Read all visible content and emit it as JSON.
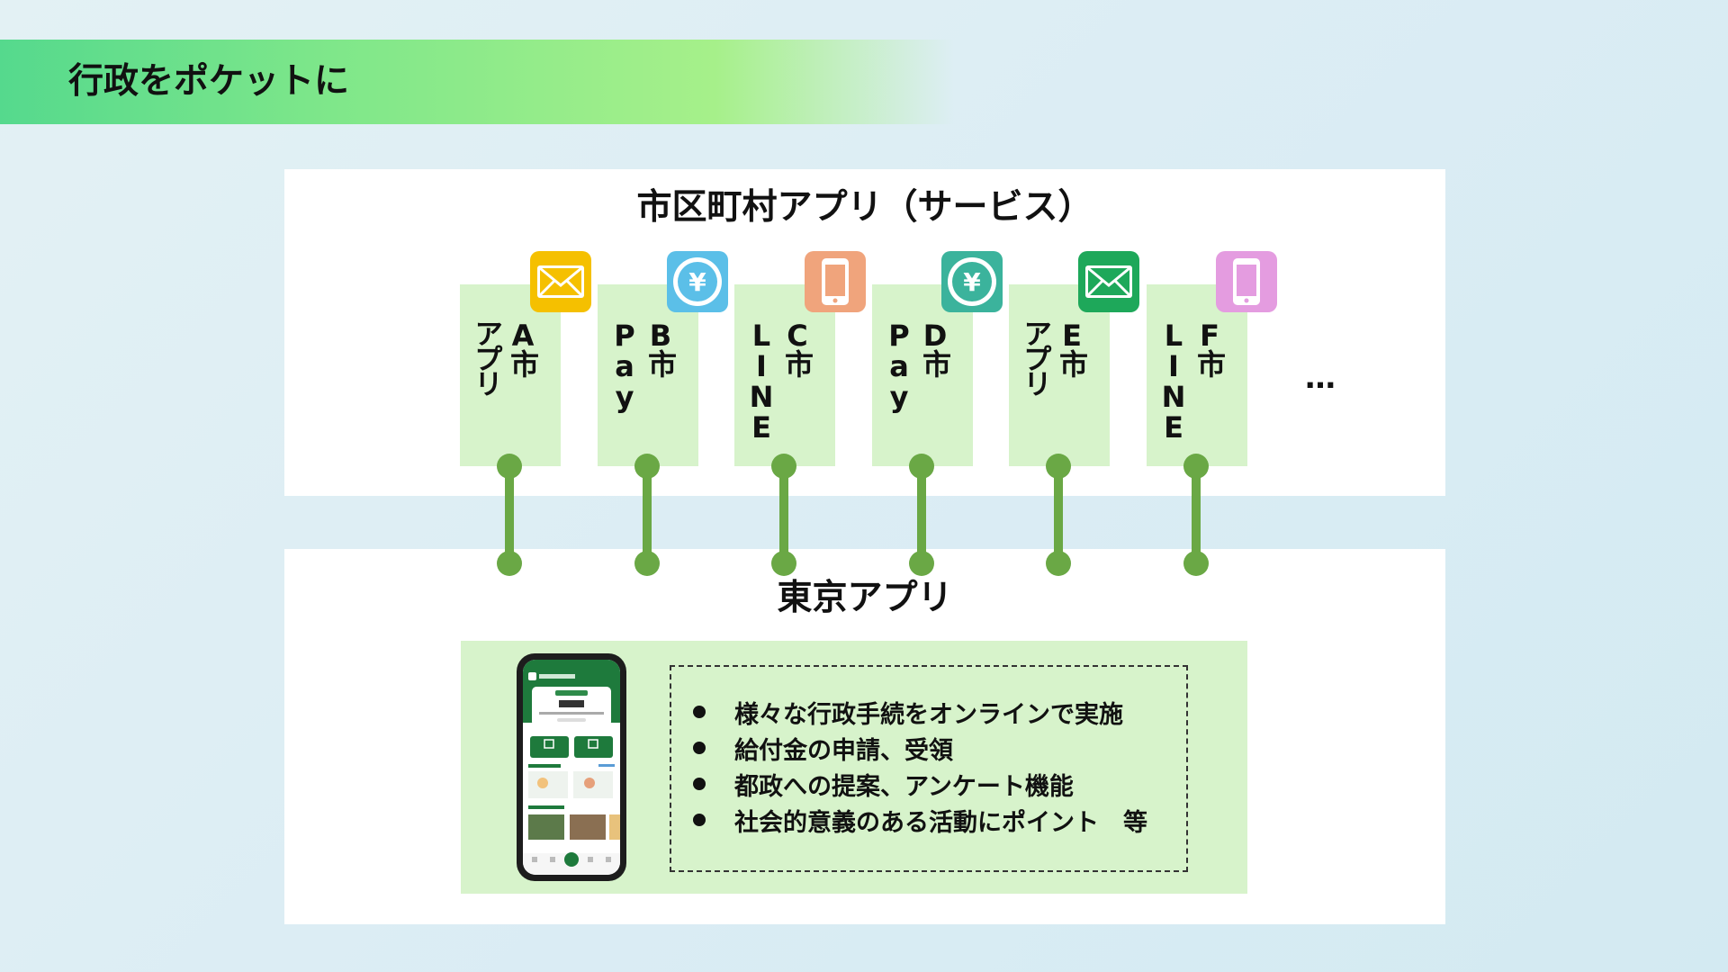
{
  "header": {
    "title": "行政をポケットに"
  },
  "municipal": {
    "title": "市区町村アプリ（サービス）",
    "services": [
      {
        "lines": [
          "A市",
          "アプリ"
        ],
        "icon": "mail-icon",
        "icon_color": "#f5c000"
      },
      {
        "lines": [
          "B市",
          "Pay"
        ],
        "icon": "yen-coin-icon",
        "icon_color": "#5bbfe8"
      },
      {
        "lines": [
          "C市",
          "LINE"
        ],
        "icon": "smartphone-icon",
        "icon_color": "#f0a47c"
      },
      {
        "lines": [
          "D市",
          "Pay"
        ],
        "icon": "yen-coin-icon",
        "icon_color": "#3bb39c"
      },
      {
        "lines": [
          "E市",
          "アプリ"
        ],
        "icon": "mail-icon",
        "icon_color": "#1ea85a"
      },
      {
        "lines": [
          "F市",
          "LINE"
        ],
        "icon": "smartphone-icon",
        "icon_color": "#e49ce0"
      }
    ],
    "ellipsis": "…"
  },
  "tokyo": {
    "title": "東京アプリ",
    "bullets": [
      "様々な行政手続をオンラインで実施",
      "給付金の申請、受領",
      "都政への提案、アンケート機能",
      "社会的意義のある活動にポイント　等"
    ]
  },
  "colors": {
    "connector": "#6aa845",
    "box_fill": "#d7f3cb",
    "header_start": "#55d98d",
    "header_end": "#a6f08a"
  }
}
